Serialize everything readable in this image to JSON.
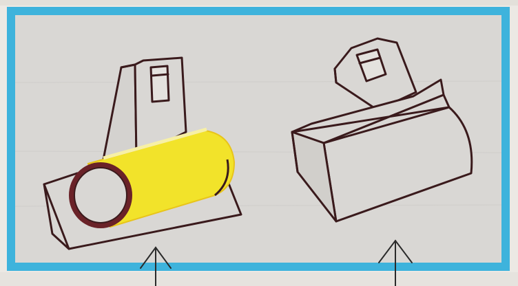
{
  "illustration": {
    "frame_color": "#3eb3dc",
    "panel_color": "#d9d7d4",
    "ink_color": "#3a1a1c",
    "cylinder_color": "#f2e32a",
    "figures": [
      {
        "name": "bracket-with-yellow-cylinder",
        "has_cylinder": true
      },
      {
        "name": "empty-bracket",
        "has_cylinder": false
      }
    ],
    "arrows": 2
  }
}
